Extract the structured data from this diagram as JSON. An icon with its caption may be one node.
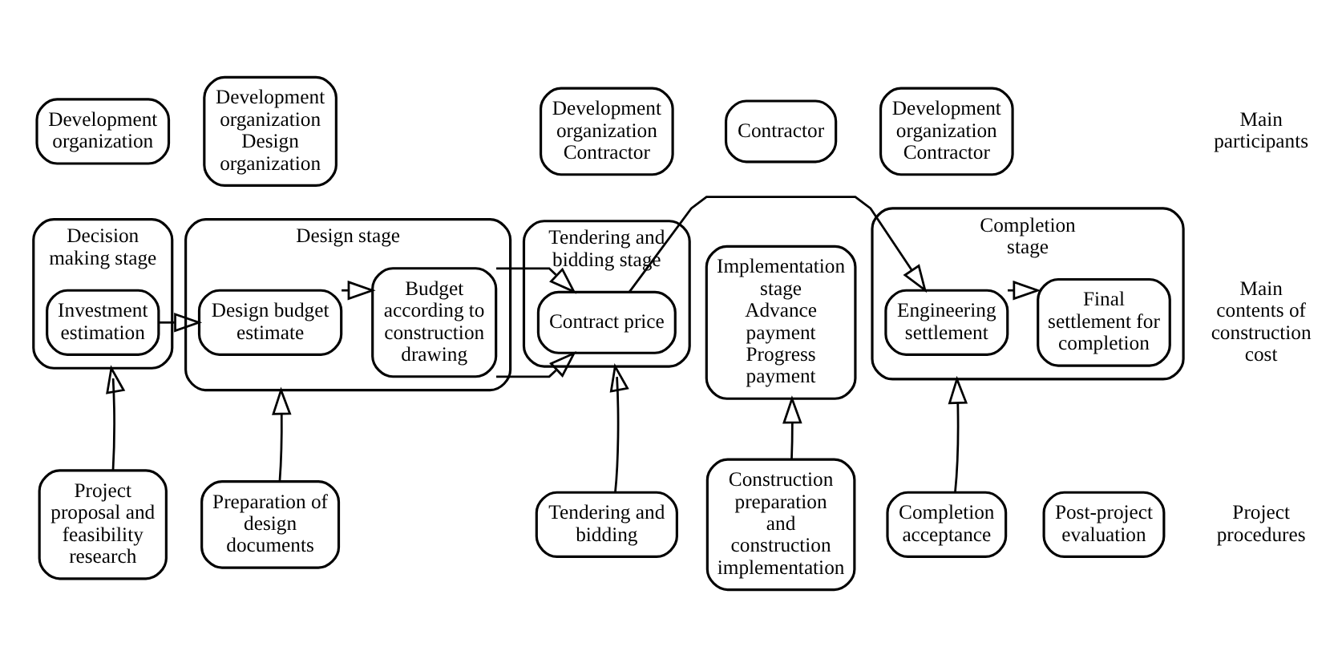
{
  "diagram": {
    "nodes": [
      {
        "text": [
          "Development organization"
        ]
      },
      {
        "text": [
          "Development organization Design organization"
        ]
      },
      {
        "text": [
          "Development organization Contractor"
        ]
      },
      {
        "text": [
          "Contractor"
        ]
      },
      {
        "text": [
          "Development organization Contractor"
        ]
      },
      {
        "text": [
          "Decision making stage"
        ]
      },
      {
        "text": [
          "Investment estimation"
        ],
        "in": 5
      },
      {
        "text": [
          "Design stage"
        ]
      },
      {
        "text": [
          "Design budget estimate"
        ],
        "in": 7
      },
      {
        "text": [
          "Budget according to construction drawing"
        ],
        "in": 7
      },
      {
        "text": [
          "Tendering and bidding stage"
        ]
      },
      {
        "text": [
          "Contract price"
        ],
        "in": 10
      },
      {
        "text": [
          "Implementation stage",
          "Advance payment",
          "Progress payment"
        ]
      },
      {
        "text": [
          "Completion stage"
        ]
      },
      {
        "text": [
          "Engineering settlement"
        ],
        "in": 13
      },
      {
        "text": [
          "Final settlement for completion"
        ],
        "in": 13
      },
      {
        "text": [
          "Project proposal and feasibility research"
        ]
      },
      {
        "text": [
          "Preparation of design documents"
        ]
      },
      {
        "text": [
          "Tendering and bidding"
        ]
      },
      {
        "text": [
          "Construction preparation and construction implementation"
        ]
      },
      {
        "text": [
          "Completion acceptance"
        ]
      },
      {
        "text": [
          "Post-project evaluation"
        ]
      }
    ],
    "edges": [
      {
        "from": 6,
        "to": 8,
        "arrow": "to"
      },
      {
        "from": 8,
        "to": 9,
        "arrow": "to"
      },
      {
        "from": 9,
        "to": 11,
        "arrow": "to"
      },
      {
        "from": 11,
        "to": 14,
        "arrow": "to"
      },
      {
        "from": 14,
        "to": 15,
        "arrow": "to"
      },
      {
        "from": 16,
        "to": 5,
        "arrow": "to"
      },
      {
        "from": 17,
        "to": 7,
        "arrow": "to"
      },
      {
        "from": 18,
        "to": 10,
        "arrow": "to"
      },
      {
        "from": 19,
        "to": 12,
        "arrow": "to"
      },
      {
        "from": 20,
        "to": 13,
        "arrow": "to"
      }
    ],
    "labels": [
      "Main participants",
      "Main contents of construction cost",
      "Project procedures"
    ]
  }
}
